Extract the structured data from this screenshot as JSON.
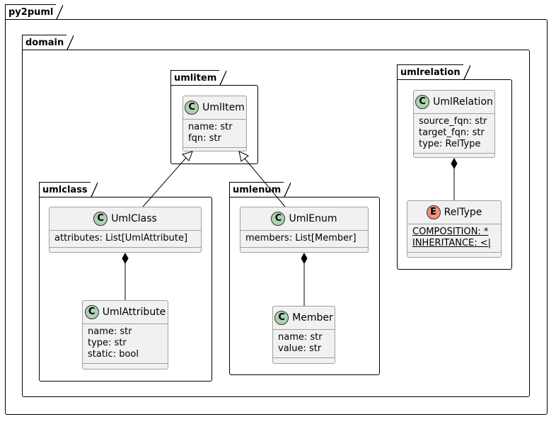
{
  "packages": {
    "py2puml": "py2puml",
    "domain": "domain",
    "umlitem": "umlitem",
    "umlrelation": "umlrelation",
    "umlclass": "umlclass",
    "umlenum": "umlenum"
  },
  "classes": {
    "umlitem": {
      "badge": "C",
      "name": "UmlItem",
      "fields": [
        "name: str",
        "fqn: str"
      ]
    },
    "umlrelation": {
      "badge": "C",
      "name": "UmlRelation",
      "fields": [
        "source_fqn: str",
        "target_fqn: str",
        "type: RelType"
      ]
    },
    "reltype": {
      "badge": "E",
      "name": "RelType",
      "fields": [
        "COMPOSITION: *",
        "INHERITANCE: <|"
      ]
    },
    "umlclass": {
      "badge": "C",
      "name": "UmlClass",
      "fields": [
        "attributes: List[UmlAttribute]"
      ]
    },
    "umlattribute": {
      "badge": "C",
      "name": "UmlAttribute",
      "fields": [
        "name: str",
        "type: str",
        "static: bool"
      ]
    },
    "umlenum": {
      "badge": "C",
      "name": "UmlEnum",
      "fields": [
        "members: List[Member]"
      ]
    },
    "member": {
      "badge": "C",
      "name": "Member",
      "fields": [
        "name: str",
        "value: str"
      ]
    }
  },
  "colors": {
    "class_badge": "#add1b2",
    "enum_badge": "#eb937f",
    "class_fill": "#f1f1f1",
    "border": "#a0a0a0"
  }
}
